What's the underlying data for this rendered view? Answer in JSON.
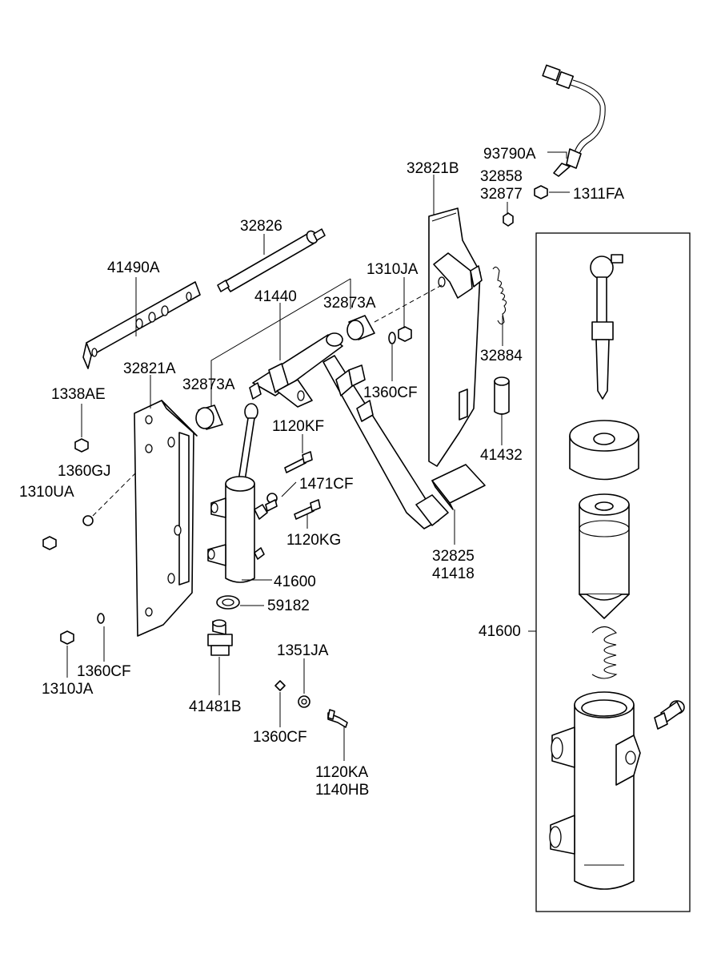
{
  "labels": {
    "p93790A": "93790A",
    "p32821B": "32821B",
    "p32858": "32858",
    "p32877": "32877",
    "p1311FA": "1311FA",
    "p32826": "32826",
    "p41490A": "41490A",
    "p1310JA_top": "1310JA",
    "p41440": "41440",
    "p32873A_top": "32873A",
    "p32884": "32884",
    "p32821A": "32821A",
    "p32873A_left": "32873A",
    "p1360CF_mid": "1360CF",
    "p1338AE": "1338AE",
    "p1120KF": "1120KF",
    "p41432": "41432",
    "p1360GJ": "1360GJ",
    "p1310UA": "1310UA",
    "p1471CF": "1471CF",
    "p1120KG": "1120KG",
    "p32825": "32825",
    "p41418": "41418",
    "p41600_main": "41600",
    "p59182": "59182",
    "p41600_box": "41600",
    "p1351JA": "1351JA",
    "p1360CF_left": "1360CF",
    "p1310JA_left": "1310JA",
    "p41481B": "41481B",
    "p1360CF_bottom": "1360CF",
    "p1120KA": "1120KA",
    "p1140HB": "1140HB"
  }
}
